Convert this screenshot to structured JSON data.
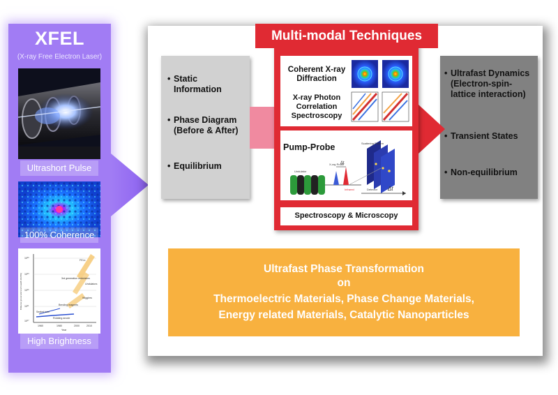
{
  "xfel": {
    "title": "XFEL",
    "subtitle": "(X-ray Free Electron Laser)",
    "captions": [
      "Ultrashort Pulse",
      "100% Coherence",
      "High Brightness"
    ],
    "brightness_chart": {
      "y_ticks": [
        "10³³",
        "10²⁹",
        "10²⁵",
        "10²¹",
        "10¹⁷"
      ],
      "x_ticks": [
        "1960",
        "1980",
        "2000",
        "2010"
      ],
      "xlabel": "Year",
      "ylabel": "Brilliance (photons/s/mm²/mrad²/0.1% BW)",
      "labels": [
        "FELs",
        "3rd generation undulators",
        "Undulators",
        "Wigglers",
        "Bending magnets",
        "Rotating anode",
        "Sealed tube"
      ]
    }
  },
  "left_box": {
    "items": [
      "Static Information",
      "Phase Diagram (Before & After)",
      "Equilibrium"
    ]
  },
  "right_box": {
    "items": [
      "Ultrafast Dynamics (Electron-spin-lattice interaction)",
      "Transient States",
      "Non-equilibrium"
    ]
  },
  "multimodal": {
    "title": "Multi-modal Techniques",
    "cxd": "Coherent X-ray Diffraction",
    "xpcs": "X-ray Photon Correlation Spectroscopy",
    "pump_probe": "Pump-Probe",
    "pp_labels": {
      "undulator": "Undulator",
      "xray_probe": "X-ray Probe",
      "delta_t": "Δt",
      "infrared": "Infrared",
      "scattering": "Scattering Pattern",
      "detector": "Detector",
      "delta_t_axis": "Δt"
    },
    "spectroscopy": "Spectroscopy & Microscopy"
  },
  "bottom": {
    "lines": [
      "Ultrafast Phase Transformation",
      "on",
      "Thermoelectric Materials, Phase Change Materials,",
      "Energy related Materials, Catalytic Nanoparticles"
    ]
  },
  "colors": {
    "xfel_panel": "#a17cf4",
    "multimodal_red": "#e02a33",
    "orange": "#f8b13f",
    "left_gray": "#d1d1d1",
    "right_gray": "#818181",
    "pink_arrow": "#f08aa0"
  }
}
